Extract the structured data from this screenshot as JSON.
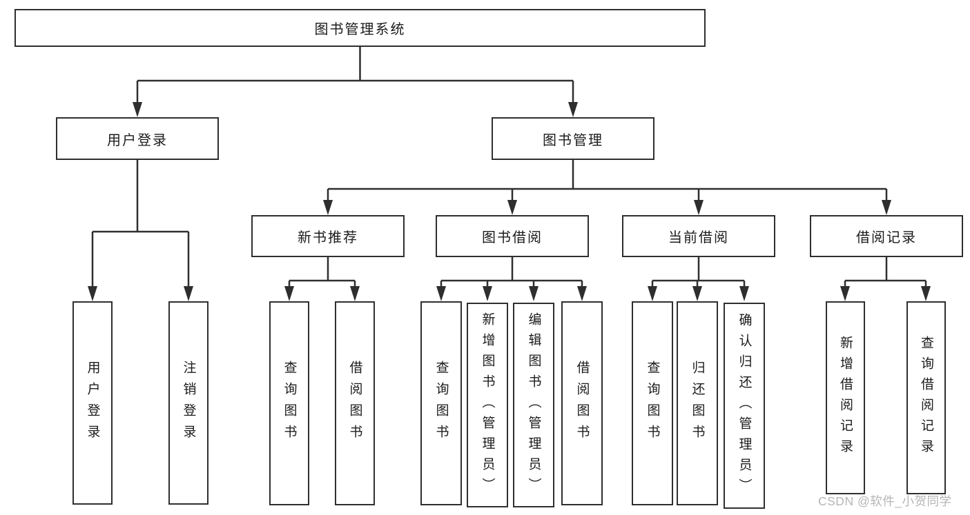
{
  "tree": {
    "root": {
      "label": "图书管理系统",
      "children": [
        {
          "label": "用户登录",
          "children": [
            {
              "label": "用户登录"
            },
            {
              "label": "注销登录"
            }
          ]
        },
        {
          "label": "图书管理",
          "children": [
            {
              "label": "新书推荐",
              "children": [
                {
                  "label": "查询图书"
                },
                {
                  "label": "借阅图书"
                }
              ]
            },
            {
              "label": "图书借阅",
              "children": [
                {
                  "label": "查询图书"
                },
                {
                  "label": "新增图书（管理员）"
                },
                {
                  "label": "编辑图书（管理员）"
                },
                {
                  "label": "借阅图书"
                }
              ]
            },
            {
              "label": "当前借阅",
              "children": [
                {
                  "label": "查询图书"
                },
                {
                  "label": "归还图书"
                },
                {
                  "label": "确认归还（管理员）"
                }
              ]
            },
            {
              "label": "借阅记录",
              "children": [
                {
                  "label": "新增借阅记录"
                },
                {
                  "label": "查询借阅记录"
                }
              ]
            }
          ]
        }
      ]
    }
  },
  "watermark": {
    "text": "CSDN @软件_小贺同学"
  },
  "colors": {
    "line": "#2e2e2e",
    "text": "#1b1b1b",
    "watermark": "#b5b5b5",
    "background": "#ffffff"
  }
}
